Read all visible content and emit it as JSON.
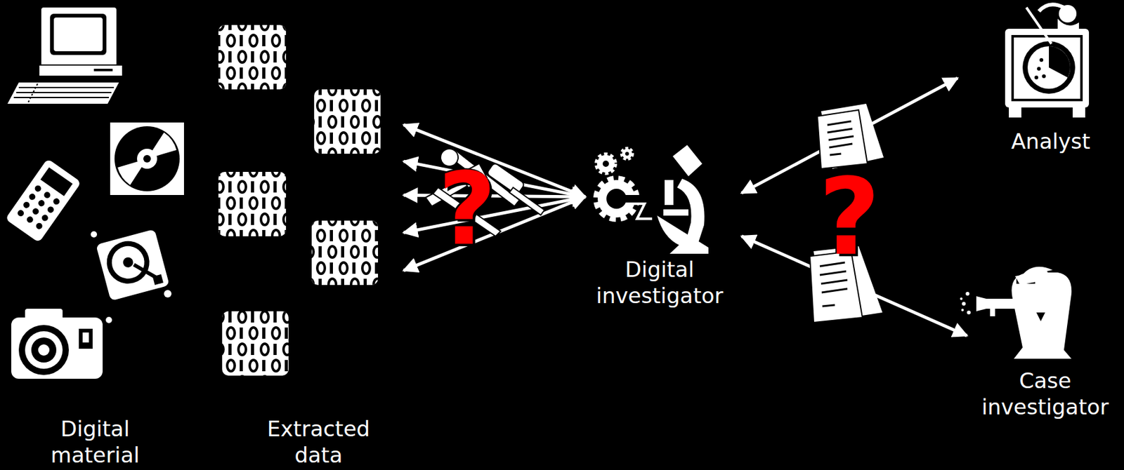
{
  "diagram": {
    "nodes": [
      {
        "text": [
          "Digital material"
        ]
      },
      {
        "text": [
          "Extracted data"
        ]
      },
      {
        "text": [
          "Digital investigator"
        ]
      },
      {
        "text": [
          "Analyst"
        ]
      },
      {
        "text": [
          "Case investigator"
        ]
      }
    ],
    "edges": [
      {
        "from": 2,
        "to": 1,
        "arrow": "both"
      },
      {
        "from": 2,
        "to": 1,
        "arrow": "both"
      },
      {
        "from": 2,
        "to": 1,
        "arrow": "both"
      },
      {
        "from": 2,
        "to": 1,
        "arrow": "both"
      },
      {
        "from": 2,
        "to": 1,
        "arrow": "both"
      },
      {
        "from": 2,
        "to": 3,
        "arrow": "both"
      },
      {
        "from": 2,
        "to": 4,
        "arrow": "both"
      }
    ],
    "labels": [
      "?",
      "?"
    ]
  }
}
